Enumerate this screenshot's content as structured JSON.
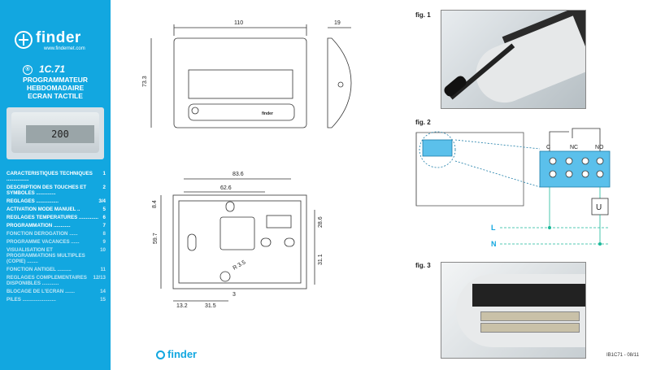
{
  "sidebar": {
    "brand": "finder",
    "url": "www.findernet.com",
    "model": "1C.71",
    "model_mark": "®",
    "title_lines": [
      "PROGRAMMATEUR",
      "HEBDOMADAIRE",
      "ECRAN TACTILE"
    ],
    "device_display": "200",
    "toc": [
      {
        "label": "CARACTERISTIQUES TECHNIQUES ................",
        "page": "1"
      },
      {
        "label": "DESCRIPTION DES TOUCHES ET SYMBOLES ..............",
        "page": "2"
      },
      {
        "label": "REGLAGES ................",
        "page": "3/4"
      },
      {
        "label": "ACTIVATION MODE MANUEL ..",
        "page": "5"
      },
      {
        "label": "REGLAGES TEMPERATURES ..............",
        "page": "6"
      },
      {
        "label": "PROGRAMMATION ............",
        "page": "7"
      },
      {
        "label": "FONCTION DEROGATION ......",
        "page": "8",
        "dim": true
      },
      {
        "label": "PROGRAMME VACANCES ......",
        "page": "9",
        "dim": true
      },
      {
        "label": "VISUALISATION ET PROGRAMMATIONS MULTIPLES (COPIE) ........",
        "page": "10",
        "dim": true
      },
      {
        "label": "FONCTION ANTIGEL ..........",
        "page": "11",
        "dim": true
      },
      {
        "label": "REGLAGES COMPLEMENTAIRES DISPONIBLES ............",
        "page": "12/13",
        "dim": true
      },
      {
        "label": "BLOCAGE DE L'ECRAN .......",
        "page": "14",
        "dim": true
      },
      {
        "label": "PILES ........................",
        "page": "15",
        "dim": true
      }
    ]
  },
  "drawing_front": {
    "width": "110",
    "height": "73.3",
    "depth": "19",
    "front_logo": "finder"
  },
  "drawing_back": {
    "d1": "83.6",
    "d2": "62.6",
    "d3": "8.4",
    "d4": "59.7",
    "d5": "28.6",
    "d6": "31.1",
    "d7": "R 3.5",
    "d8": "3",
    "d9": "13.2",
    "d10": "31.5"
  },
  "figures": {
    "fig1": "fig. 1",
    "fig2": "fig. 2",
    "fig3": "fig. 3"
  },
  "wiring": {
    "c": "C",
    "nc": "NC",
    "no": "NO",
    "u": "U",
    "l": "L",
    "n": "N"
  },
  "footer": {
    "brand": "finder",
    "ref": "IB1C71 - 08/11"
  },
  "colors": {
    "accent": "#12a7e0",
    "terminal": "#5bc0eb",
    "wire_green": "#1bb99a"
  }
}
